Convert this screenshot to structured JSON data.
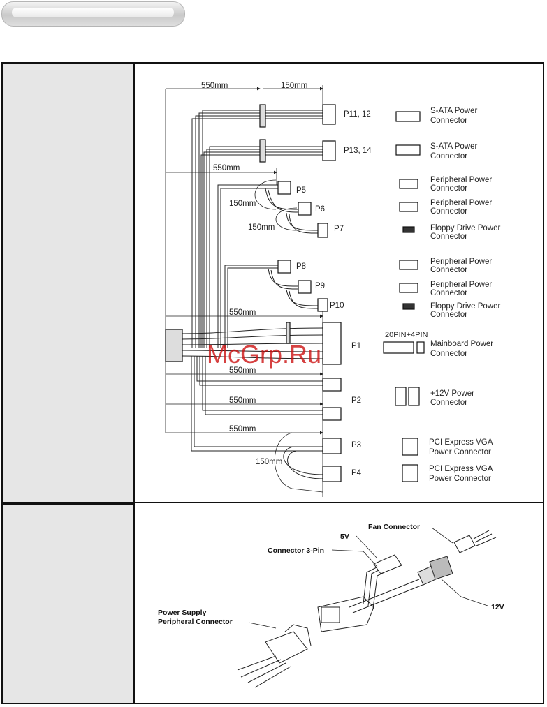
{
  "cables": {
    "dim_550": "550mm",
    "dim_150": "150mm",
    "connectors": [
      {
        "id": "P11, 12",
        "desc1": "S-ATA Power",
        "desc2": "Connector",
        "icon": "sata-connector-icon"
      },
      {
        "id": "P13, 14",
        "desc1": "S-ATA Power",
        "desc2": "Connector",
        "icon": "sata-connector-icon"
      },
      {
        "id": "P5",
        "desc1": "Peripheral Power",
        "desc2": "Connector",
        "icon": "molex-connector-icon"
      },
      {
        "id": "P6",
        "desc1": "Peripheral Power",
        "desc2": "Connector",
        "icon": "molex-connector-icon"
      },
      {
        "id": "P7",
        "desc1": "Floppy Drive Power",
        "desc2": "Connector",
        "icon": "floppy-connector-icon"
      },
      {
        "id": "P8",
        "desc1": "Peripheral Power",
        "desc2": "Connector",
        "icon": "molex-connector-icon"
      },
      {
        "id": "P9",
        "desc1": "Peripheral Power",
        "desc2": "Connector",
        "icon": "molex-connector-icon"
      },
      {
        "id": "P10",
        "desc1": "Floppy Drive Power",
        "desc2": "Connector",
        "icon": "floppy-connector-icon"
      },
      {
        "id": "P1",
        "desc1": "Mainboard Power",
        "desc2": "Connector",
        "icon": "atx-connector-icon"
      },
      {
        "id": "P2",
        "desc1": "+12V Power",
        "desc2": "Connector",
        "icon": "eps-connector-icon"
      },
      {
        "id": "P3",
        "desc1": "PCI Express VGA",
        "desc2": "Power Connector",
        "icon": "pcie-connector-icon"
      },
      {
        "id": "P4",
        "desc1": "PCI Express VGA",
        "desc2": "Power Connector",
        "icon": "pcie-connector-icon"
      }
    ],
    "atx_pins_label": "20PIN+4PIN"
  },
  "fan_adapter": {
    "fan_connector": "Fan Connector",
    "v5": "5V",
    "connector_3pin": "Connector 3-Pin",
    "psu_line1": "Power Supply",
    "psu_line2": "Peripheral Connector",
    "v12": "12V"
  },
  "watermark": "McGrp.Ru"
}
